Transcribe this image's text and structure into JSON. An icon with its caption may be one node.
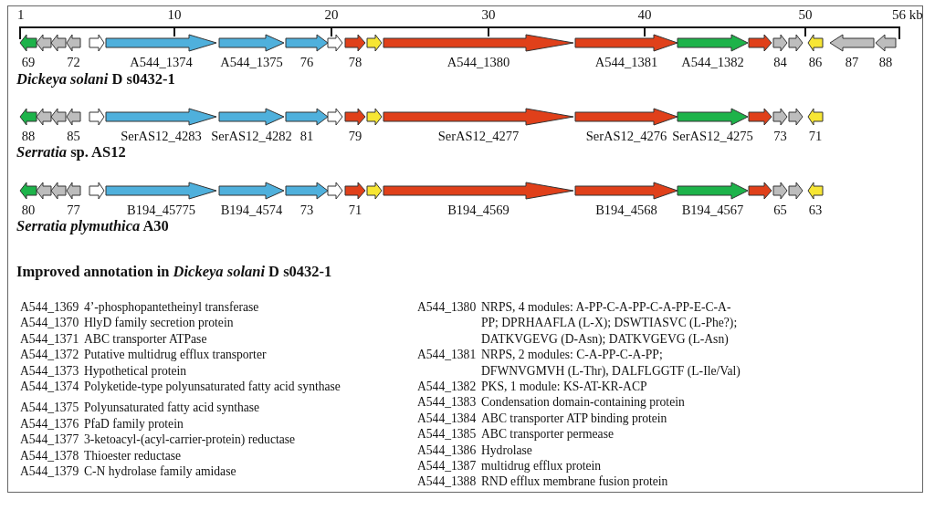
{
  "diagram": {
    "nodes": [
      {
        "text": [],
        "shape": "arrow",
        "beside": [
          "69"
        ]
      },
      {
        "text": [],
        "shape": "arrow"
      },
      {
        "text": [],
        "shape": "arrow"
      },
      {
        "text": [],
        "shape": "arrow",
        "beside": [
          "72"
        ]
      },
      {
        "text": [],
        "shape": "arrow"
      },
      {
        "text": [],
        "shape": "arrow",
        "beside": [
          "A544_1374"
        ]
      },
      {
        "text": [],
        "shape": "arrow",
        "beside": [
          "A544_1375"
        ]
      },
      {
        "text": [],
        "shape": "arrow",
        "beside": [
          "76"
        ]
      },
      {
        "text": [],
        "shape": "arrow"
      },
      {
        "text": [],
        "shape": "arrow",
        "beside": [
          "78"
        ]
      },
      {
        "text": [],
        "shape": "arrow"
      },
      {
        "text": [],
        "shape": "arrow",
        "beside": [
          "A544_1380"
        ]
      },
      {
        "text": [],
        "shape": "arrow",
        "beside": [
          "A544_1381"
        ]
      },
      {
        "text": [],
        "shape": "arrow",
        "beside": [
          "A544_1382"
        ]
      },
      {
        "text": [],
        "shape": "arrow"
      },
      {
        "text": [],
        "shape": "arrow",
        "beside": [
          "84"
        ]
      },
      {
        "text": [],
        "shape": "arrow"
      },
      {
        "text": [],
        "shape": "arrow",
        "beside": [
          "86"
        ]
      },
      {
        "text": [],
        "shape": "arrow",
        "beside": [
          "87"
        ]
      },
      {
        "text": [],
        "shape": "arrow",
        "beside": [
          "88"
        ]
      },
      {
        "text": [],
        "shape": "arrow",
        "beside": [
          "88"
        ]
      },
      {
        "text": [],
        "shape": "arrow"
      },
      {
        "text": [],
        "shape": "arrow"
      },
      {
        "text": [],
        "shape": "arrow",
        "beside": [
          "85"
        ]
      },
      {
        "text": [],
        "shape": "arrow"
      },
      {
        "text": [],
        "shape": "arrow",
        "beside": [
          "SerAS12_4283"
        ]
      },
      {
        "text": [],
        "shape": "arrow",
        "beside": [
          "SerAS12_4282"
        ]
      },
      {
        "text": [],
        "shape": "arrow",
        "beside": [
          "81"
        ]
      },
      {
        "text": [],
        "shape": "arrow"
      },
      {
        "text": [],
        "shape": "arrow",
        "beside": [
          "79"
        ]
      },
      {
        "text": [],
        "shape": "arrow"
      },
      {
        "text": [],
        "shape": "arrow",
        "beside": [
          "SerAS12_4277"
        ]
      },
      {
        "text": [],
        "shape": "arrow",
        "beside": [
          "SerAS12_4276"
        ]
      },
      {
        "text": [],
        "shape": "arrow",
        "beside": [
          "SerAS12_4275"
        ]
      },
      {
        "text": [],
        "shape": "arrow"
      },
      {
        "text": [],
        "shape": "arrow",
        "beside": [
          "73"
        ]
      },
      {
        "text": [],
        "shape": "arrow"
      },
      {
        "text": [],
        "shape": "arrow",
        "beside": [
          "71"
        ]
      },
      {
        "text": [],
        "shape": "arrow",
        "beside": [
          "80"
        ]
      },
      {
        "text": [],
        "shape": "arrow"
      },
      {
        "text": [],
        "shape": "arrow"
      },
      {
        "text": [],
        "shape": "arrow",
        "beside": [
          "77"
        ]
      },
      {
        "text": [],
        "shape": "arrow"
      },
      {
        "text": [],
        "shape": "arrow",
        "beside": [
          "B194_45775"
        ]
      },
      {
        "text": [],
        "shape": "arrow",
        "beside": [
          "B194_4574"
        ]
      },
      {
        "text": [],
        "shape": "arrow",
        "beside": [
          "73"
        ]
      },
      {
        "text": [],
        "shape": "arrow"
      },
      {
        "text": [],
        "shape": "arrow",
        "beside": [
          "71"
        ]
      },
      {
        "text": [],
        "shape": "arrow"
      },
      {
        "text": [],
        "shape": "arrow",
        "beside": [
          "B194_4569"
        ]
      },
      {
        "text": [],
        "shape": "arrow",
        "beside": [
          "B194_4568"
        ]
      },
      {
        "text": [],
        "shape": "arrow",
        "beside": [
          "B194_4567"
        ]
      },
      {
        "text": [],
        "shape": "arrow"
      },
      {
        "text": [],
        "shape": "arrow",
        "beside": [
          "65"
        ]
      },
      {
        "text": [],
        "shape": "arrow"
      },
      {
        "text": [],
        "shape": "arrow",
        "beside": [
          "63"
        ]
      }
    ],
    "labels": [
      "1",
      "10",
      "20",
      "30",
      "40",
      "50",
      "56 kb",
      "*Dickeya solani* D s0432-1",
      "*Serratia* sp. AS12",
      "*Serratia plymuthica* A30",
      "Improved annotation in *Dickeya solani* D s0432-1",
      "A544_1369",
      "4’-phosphopantetheinyl transferase",
      "A544_1370",
      "HlyD family secretion protein",
      "A544_1371",
      "ABC transporter ATPase",
      "A544_1372",
      "Putative multidrug efflux transporter",
      "A544_1373",
      "Hypothetical protein",
      "A544_1374",
      "Polyketide-type polyunsaturated fatty acid synthase",
      "A544_1375",
      "Polyunsaturated fatty acid synthase",
      "A544_1376",
      "PfaD family protein",
      "A544_1377",
      "3-ketoacyl-(acyl-carrier-protein) reductase",
      "A544_1378",
      "Thioester reductase",
      "A544_1379",
      "C-N hydrolase family amidase",
      "A544_1380",
      "NRPS, 4 modules: A-PP-C-A-PP-C-A-PP-E-C-A-PP; DPRHAAFLA (L-X); DSWTIASVC (L-Phe?); DATKVGEVG (D-Asn); DATKVGEVG (L-Asn)",
      "A544_1381",
      "NRPS, 2 modules: C-A-PP-C-A-PP; DFWNVGMVH (L-Thr), DALFLGGTF (L-Ile/Val)",
      "A544_1382",
      "PKS, 1 module: KS-AT-KR-ACP",
      "A544_1383",
      "Condensation domain-containing protein",
      "A544_1384",
      "ABC transporter ATP binding protein",
      "A544_1385",
      "ABC transporter permease",
      "A544_1386",
      "Hydrolase",
      "A544_1387",
      "multidrug efflux protein",
      "A544_1388",
      "RND efflux membrane fusion protein"
    ]
  }
}
